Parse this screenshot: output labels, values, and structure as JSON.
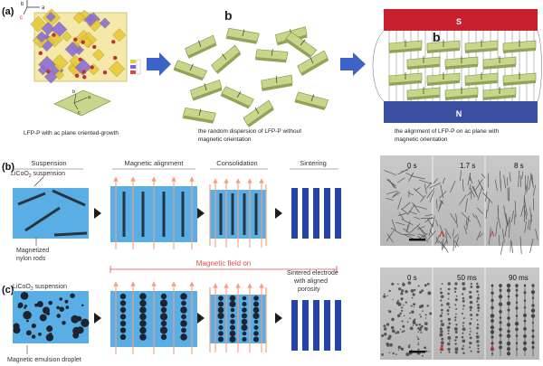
{
  "panel_a": {
    "label": "(a)",
    "axes_top": {
      "b": "b",
      "a": "a",
      "c": "c"
    },
    "axes_plate": {
      "b": "b",
      "a": "a",
      "c": "c"
    },
    "crystal_caption": "LFP-P with ac plane oriented-growth",
    "random_b": "b",
    "random_caption_1": "the random dispersion of LFP-P without",
    "random_caption_2": "magnetic orientation",
    "magnet_top": "S",
    "magnet_bottom": "N",
    "aligned_b": "b",
    "aligned_caption_1": "the alignment of LFP-P on ac plane with",
    "aligned_caption_2": "magnetic orientation"
  },
  "panel_b": {
    "label": "(b)",
    "step1": "Suspension",
    "step2": "Magnetic alignment",
    "step3": "Consolidation",
    "step4": "Sintering",
    "suspension_label": "LiCoO",
    "suspension_sub": "2",
    "suspension_suffix": " suspension",
    "rods_label_1": "Magnetized",
    "rods_label_2": "nylon rods",
    "times": [
      "0 s",
      "1.7 s",
      "8 s"
    ]
  },
  "field_label": "Magnetic field on",
  "panel_c": {
    "label": "(c)",
    "suspension_label": "LiCoO",
    "suspension_sub": "2",
    "suspension_suffix": " suspension",
    "droplet_label": "Magnetic emulsion droplet",
    "electrode_1": "Sintered electrode",
    "electrode_2": "with aligned",
    "electrode_3": "porosity",
    "times": [
      "0 s",
      "50 ms",
      "90 ms"
    ]
  },
  "colors": {
    "blue_fill": "#5aaee6",
    "rod": "#2a3440",
    "electrode": "#2444a8",
    "field_line": "#f4b496",
    "magnet_S": "#c8202e",
    "magnet_N": "#3a4fa0",
    "arrow_block": "#3d63c9",
    "platelet": "#c6d68a"
  }
}
